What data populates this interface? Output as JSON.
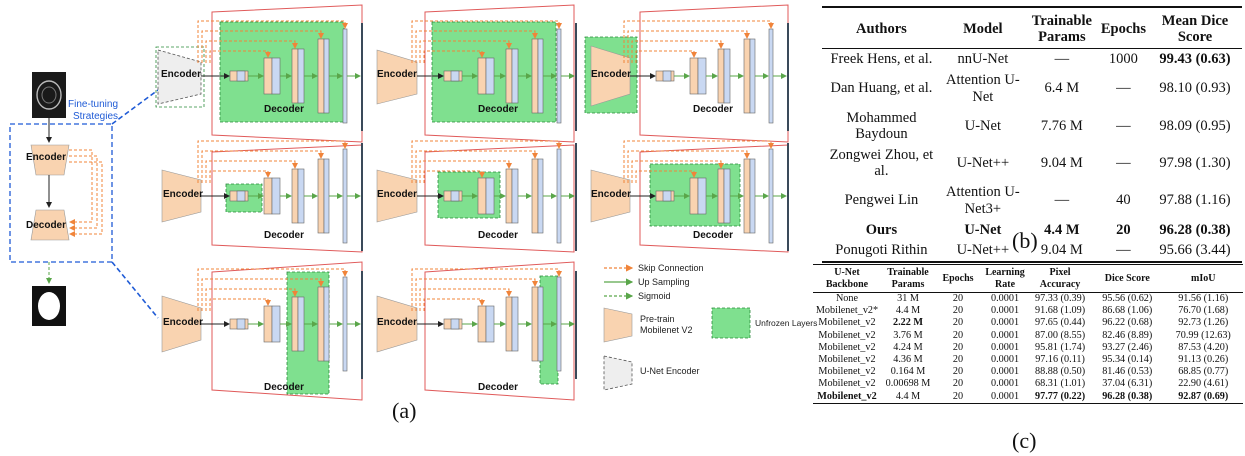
{
  "figure_a": {
    "caption": "(a)",
    "fine_tuning_label_line1": "Fine-tuning",
    "fine_tuning_label_line2": "Strategies",
    "encoder_label": "Encoder",
    "decoder_label": "Decoder",
    "legend": {
      "skip": "Skip Connection",
      "up": "Up Sampling",
      "sigmoid": "Sigmoid",
      "pretrain_line1": "Pre-train",
      "pretrain_line2": "Mobilenet V2",
      "unfrozen": "Unfrozen Layers",
      "unet_encoder": "U-Net Encoder"
    },
    "colors": {
      "encoder": "#f9d3b0",
      "unfrozen": "#7fe08f",
      "skip": "#f0843a",
      "up": "#5aa64a",
      "frame": "#e05a5a",
      "dashed_box": "#1f5bd6",
      "block": "#c9d8f2"
    }
  },
  "table_b": {
    "caption": "(b)",
    "headers": [
      "Authors",
      "Model",
      "Trainable Params",
      "Epochs",
      "Mean Dice Score"
    ],
    "rows": [
      [
        "Freek Hens, et al.",
        "nnU-Net",
        "—",
        "1000",
        "99.43 (0.63)"
      ],
      [
        "Dan Huang, et al.",
        "Attention U-Net",
        "6.4 M",
        "—",
        "98.10 (0.93)"
      ],
      [
        "Mohammed Baydoun",
        "U-Net",
        "7.76 M",
        "—",
        "98.09 (0.95)"
      ],
      [
        "Zongwei Zhou, et al.",
        "U-Net++",
        "9.04 M",
        "—",
        "97.98 (1.30)"
      ],
      [
        "Pengwei Lin",
        "Attention U-Net3+",
        "—",
        "40",
        "97.88 (1.16)"
      ],
      [
        "Ours",
        "U-Net",
        "4.4 M",
        "20",
        "96.28 (0.38)"
      ],
      [
        "Ponugoti Rithin",
        "U-Net++",
        "9.04 M",
        "—",
        "95.66 (3.44)"
      ]
    ]
  },
  "table_c": {
    "caption": "(c)",
    "headers": [
      "U-Net Backbone",
      "Trainable Params",
      "Epochs",
      "Learning Rate",
      "Pixel Accuracy",
      "Dice Score",
      "mIoU"
    ],
    "rows": [
      [
        "None",
        "31 M",
        "20",
        "0.0001",
        "97.33 (0.39)",
        "95.56 (0.62)",
        "91.56 (1.16)"
      ],
      [
        "Mobilenet_v2*",
        "4.4 M",
        "20",
        "0.0001",
        "91.68 (1.09)",
        "86.68 (1.06)",
        "76.70 (1.68)"
      ],
      [
        "Mobilenet_v2",
        "2.22 M",
        "20",
        "0.0001",
        "97.65 (0.44)",
        "96.22 (0.68)",
        "92.73 (1.26)"
      ],
      [
        "Mobilenet_v2",
        "3.76 M",
        "20",
        "0.0001",
        "87.00 (8.55)",
        "82.46 (8.89)",
        "70.99 (12.63)"
      ],
      [
        "Mobilenet_v2",
        "4.24 M",
        "20",
        "0.0001",
        "95.81 (1.74)",
        "93.27 (2.46)",
        "87.53 (4.20)"
      ],
      [
        "Mobilenet_v2",
        "4.36 M",
        "20",
        "0.0001",
        "97.16 (0.11)",
        "95.34 (0.14)",
        "91.13 (0.26)"
      ],
      [
        "Mobilenet_v2",
        "0.164 M",
        "20",
        "0.0001",
        "88.88 (0.50)",
        "81.46 (0.53)",
        "68.85 (0.77)"
      ],
      [
        "Mobilenet_v2",
        "0.00698 M",
        "20",
        "0.0001",
        "68.31 (1.01)",
        "37.04 (6.31)",
        "22.90 (4.61)"
      ],
      [
        "Mobilenet_v2",
        "4.4 M",
        "20",
        "0.0001",
        "97.77 (0.22)",
        "96.28 (0.38)",
        "92.87 (0.69)"
      ]
    ]
  }
}
